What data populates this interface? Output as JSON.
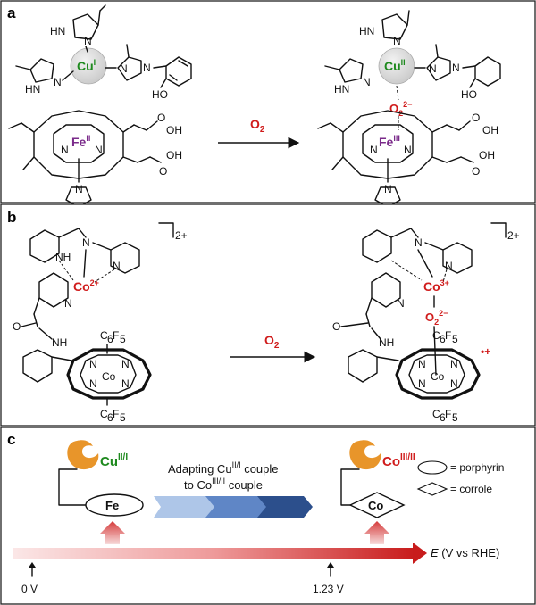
{
  "panel_a": {
    "label": "a",
    "cu_left": "Cu",
    "cu_left_sup": "I",
    "cu_right": "Cu",
    "cu_right_sup": "II",
    "fe_left": "Fe",
    "fe_left_sup": "II",
    "fe_right": "Fe",
    "fe_right_sup": "III",
    "o2_arrow": "O",
    "o2_arrow_sub": "2",
    "superoxide": "O",
    "superoxide_sub": "2",
    "superoxide_sup": "2−",
    "hn": "HN",
    "ho": "HO",
    "oh": "OH",
    "n": "N",
    "o": "O"
  },
  "panel_b": {
    "label": "b",
    "charge_left": "2+",
    "charge_right": "2+",
    "co_left": "Co",
    "co_left_sup": "2+",
    "co_right": "Co",
    "co_right_sup": "3+",
    "co_ring": "Co",
    "o2_arrow": "O",
    "o2_arrow_sub": "2",
    "superoxide": "O",
    "superoxide_sub": "2",
    "superoxide_sup": "2−",
    "c6f5": "C",
    "c6f5_sub1": "6",
    "c6f5_f": "F",
    "c6f5_sub2": "5",
    "nh": "NH",
    "radical": "•+"
  },
  "panel_c": {
    "label": "c",
    "cu_couple": "Cu",
    "cu_couple_sup": "II/I",
    "co_couple": "Co",
    "co_couple_sup": "III/II",
    "adapt_line1": "Adapting Cu",
    "adapt_line1_sup": "II/I",
    "adapt_line1_end": " couple",
    "adapt_line2": "to Co",
    "adapt_line2_sup": "III/II",
    "adapt_line2_end": " couple",
    "fe_box": "Fe",
    "co_box": "Co",
    "legend_porphyrin": "= porphyrin",
    "legend_corrole": "= corrole",
    "axis_label_e": "E",
    "axis_label_rest": " (V vs RHE)",
    "tick_0": "0 V",
    "tick_123": "1.23 V"
  },
  "colors": {
    "cu_green": "#1f8a1f",
    "fe_purple": "#7a2a8a",
    "red": "#d01c1c",
    "orange": "#e8952a",
    "blue_dark": "#2c4f8c",
    "blue_mid": "#5f86c6",
    "blue_light": "#aec6e8"
  }
}
